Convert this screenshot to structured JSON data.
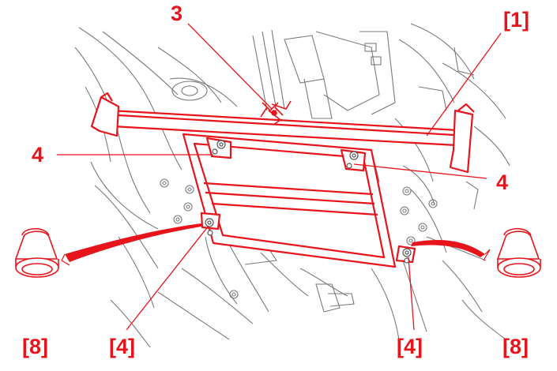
{
  "colors": {
    "accent": "#e8141b",
    "linework": "#6e6e6e",
    "frame_fill": "#ffffff"
  },
  "callouts": {
    "top_center": "3",
    "top_right": "[1]",
    "left_mid": "4",
    "right_mid": "4",
    "bottom_left_inner": "[4]",
    "bottom_right_inner": "[4]",
    "bottom_left_outer": "[8]",
    "bottom_right_outer": "[8]"
  }
}
